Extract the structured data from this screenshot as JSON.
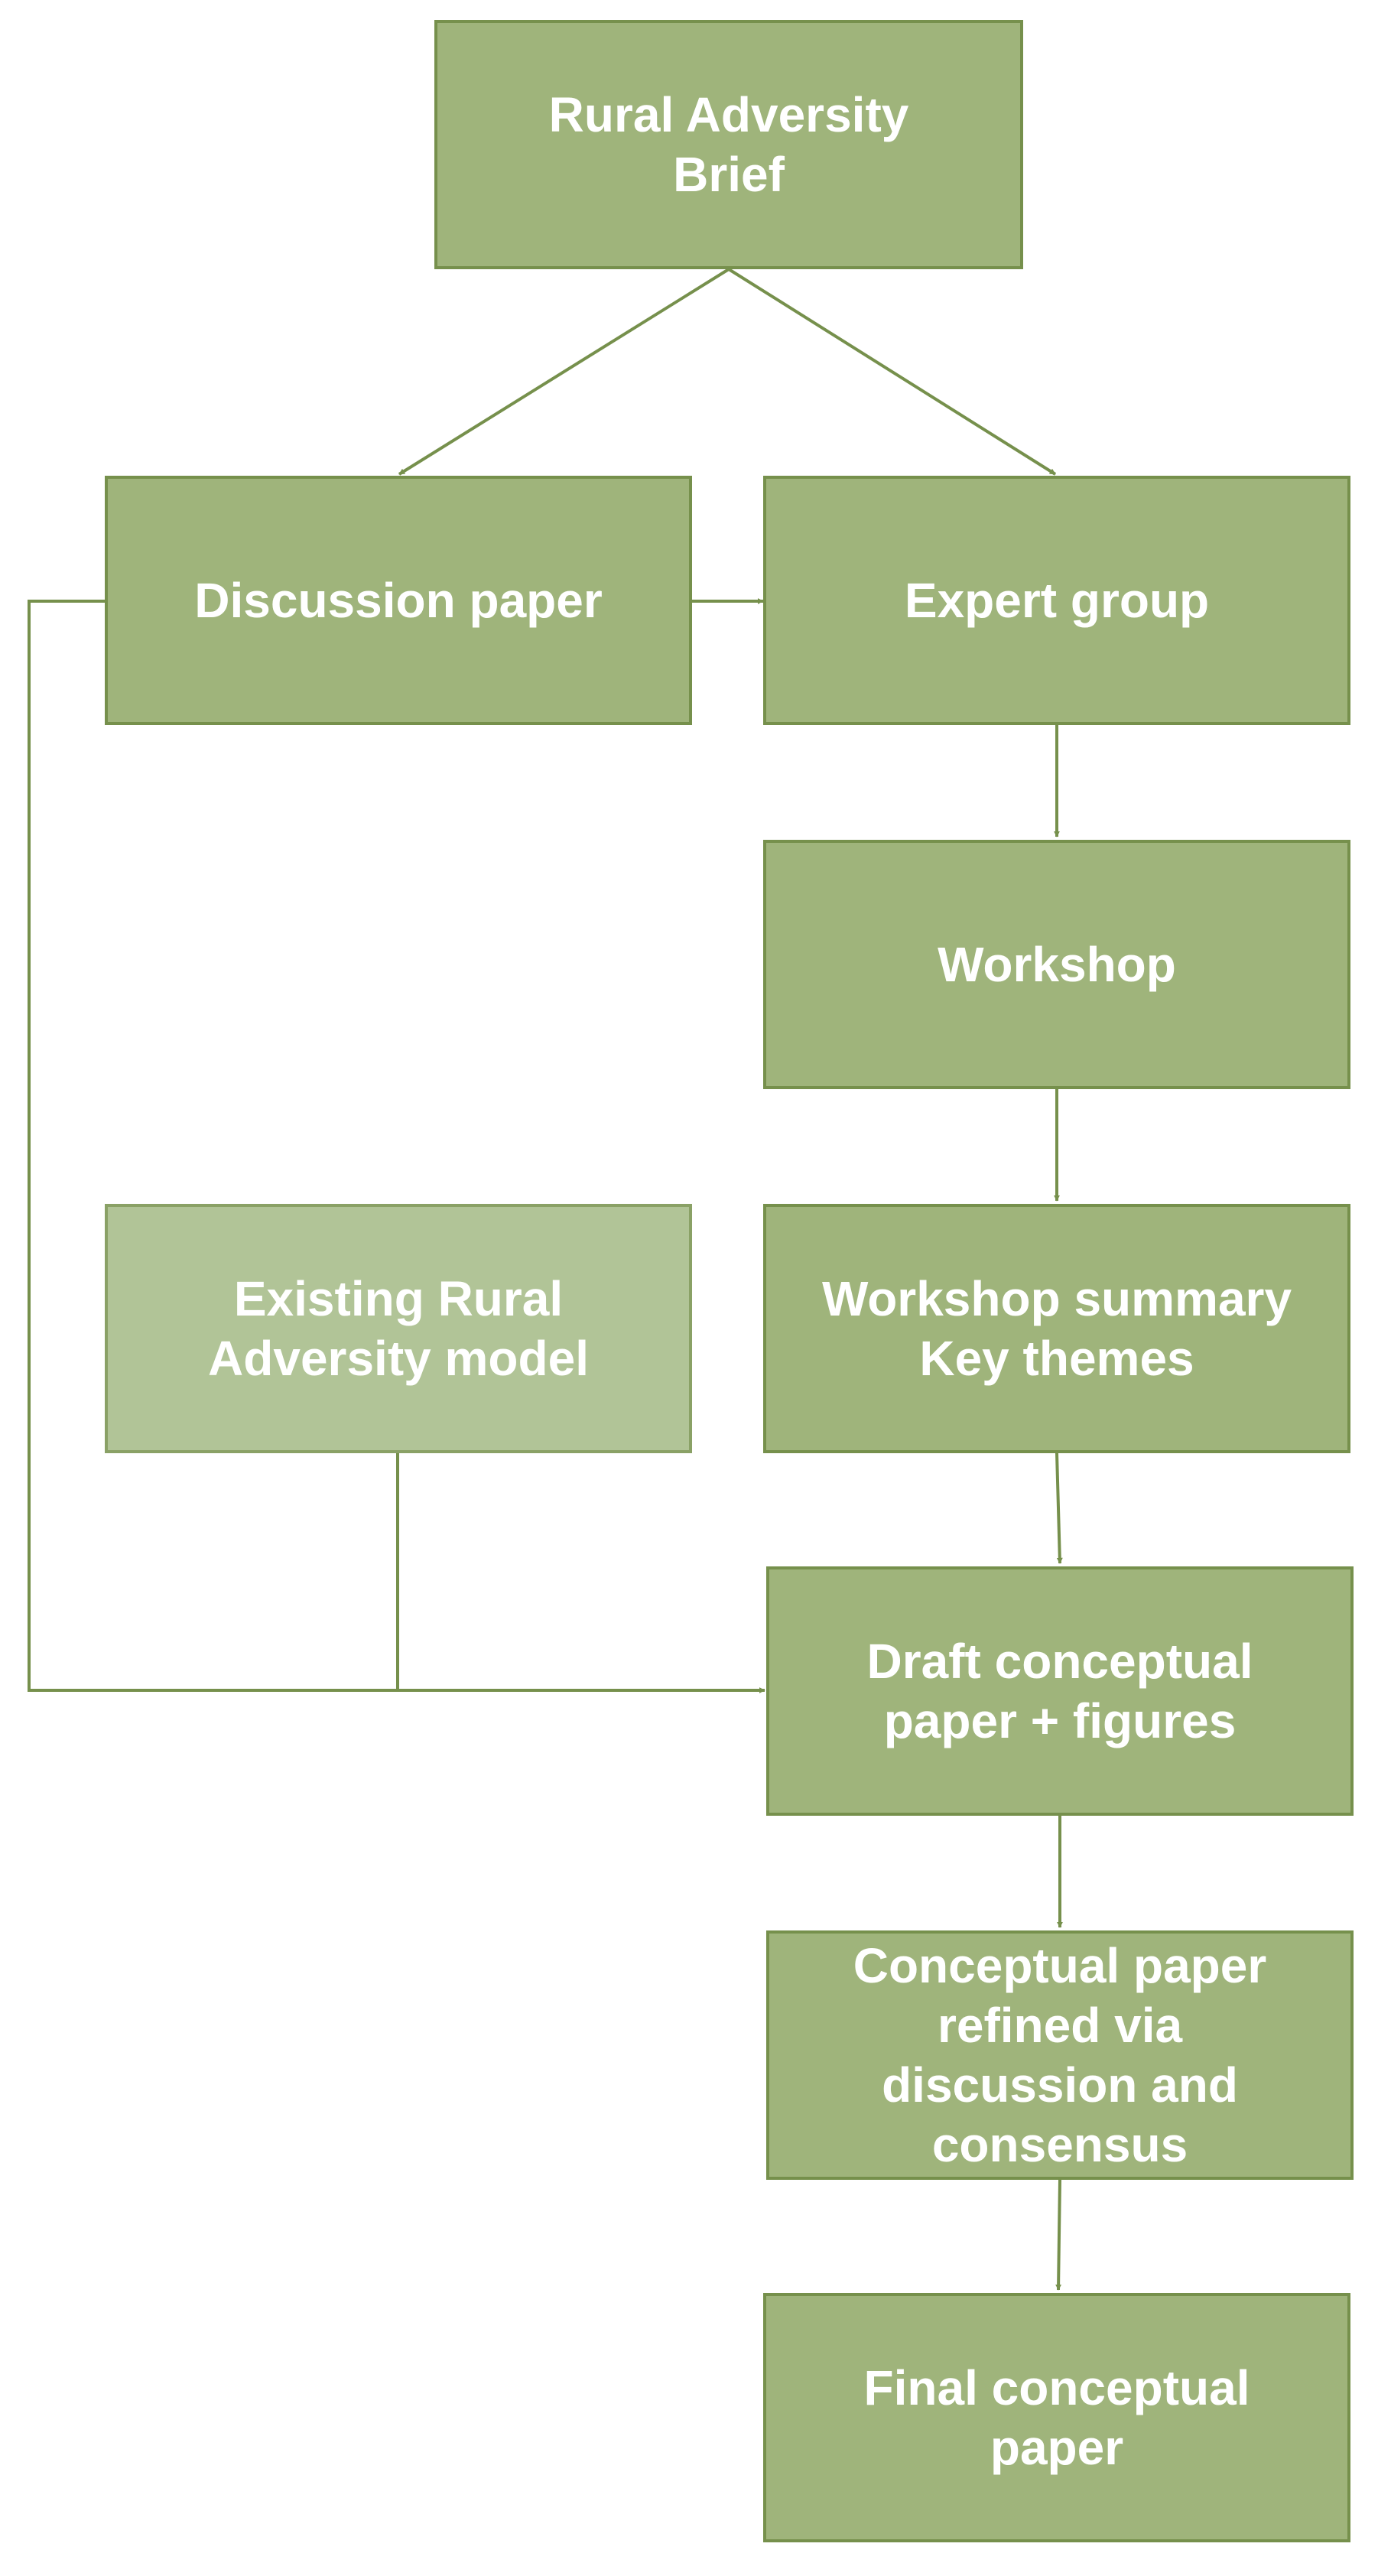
{
  "diagram": {
    "type": "flowchart",
    "colors": {
      "box_fill": "#9fb47b",
      "box_fill_light": "#b1c497",
      "box_border": "#76904c",
      "connector": "#76904c",
      "text": "#ffffff"
    },
    "nodes": {
      "brief": "Rural Adversity\nBrief",
      "discussion_paper": "Discussion paper",
      "expert_group": "Expert group",
      "workshop": "Workshop",
      "existing_model": "Existing Rural\nAdversity model",
      "workshop_summary": "Workshop summary\nKey themes",
      "draft_paper": "Draft conceptual\npaper + figures",
      "refined_paper": "Conceptual paper\nrefined via\ndiscussion and\nconsensus",
      "final_paper": "Final conceptual\npaper"
    },
    "edges": [
      {
        "from": "brief",
        "to": "discussion_paper"
      },
      {
        "from": "brief",
        "to": "expert_group"
      },
      {
        "from": "discussion_paper",
        "to": "expert_group"
      },
      {
        "from": "discussion_paper",
        "to": "draft_paper"
      },
      {
        "from": "expert_group",
        "to": "workshop"
      },
      {
        "from": "workshop",
        "to": "workshop_summary"
      },
      {
        "from": "existing_model",
        "to": "draft_paper"
      },
      {
        "from": "workshop_summary",
        "to": "draft_paper"
      },
      {
        "from": "draft_paper",
        "to": "refined_paper"
      },
      {
        "from": "refined_paper",
        "to": "final_paper"
      }
    ]
  }
}
